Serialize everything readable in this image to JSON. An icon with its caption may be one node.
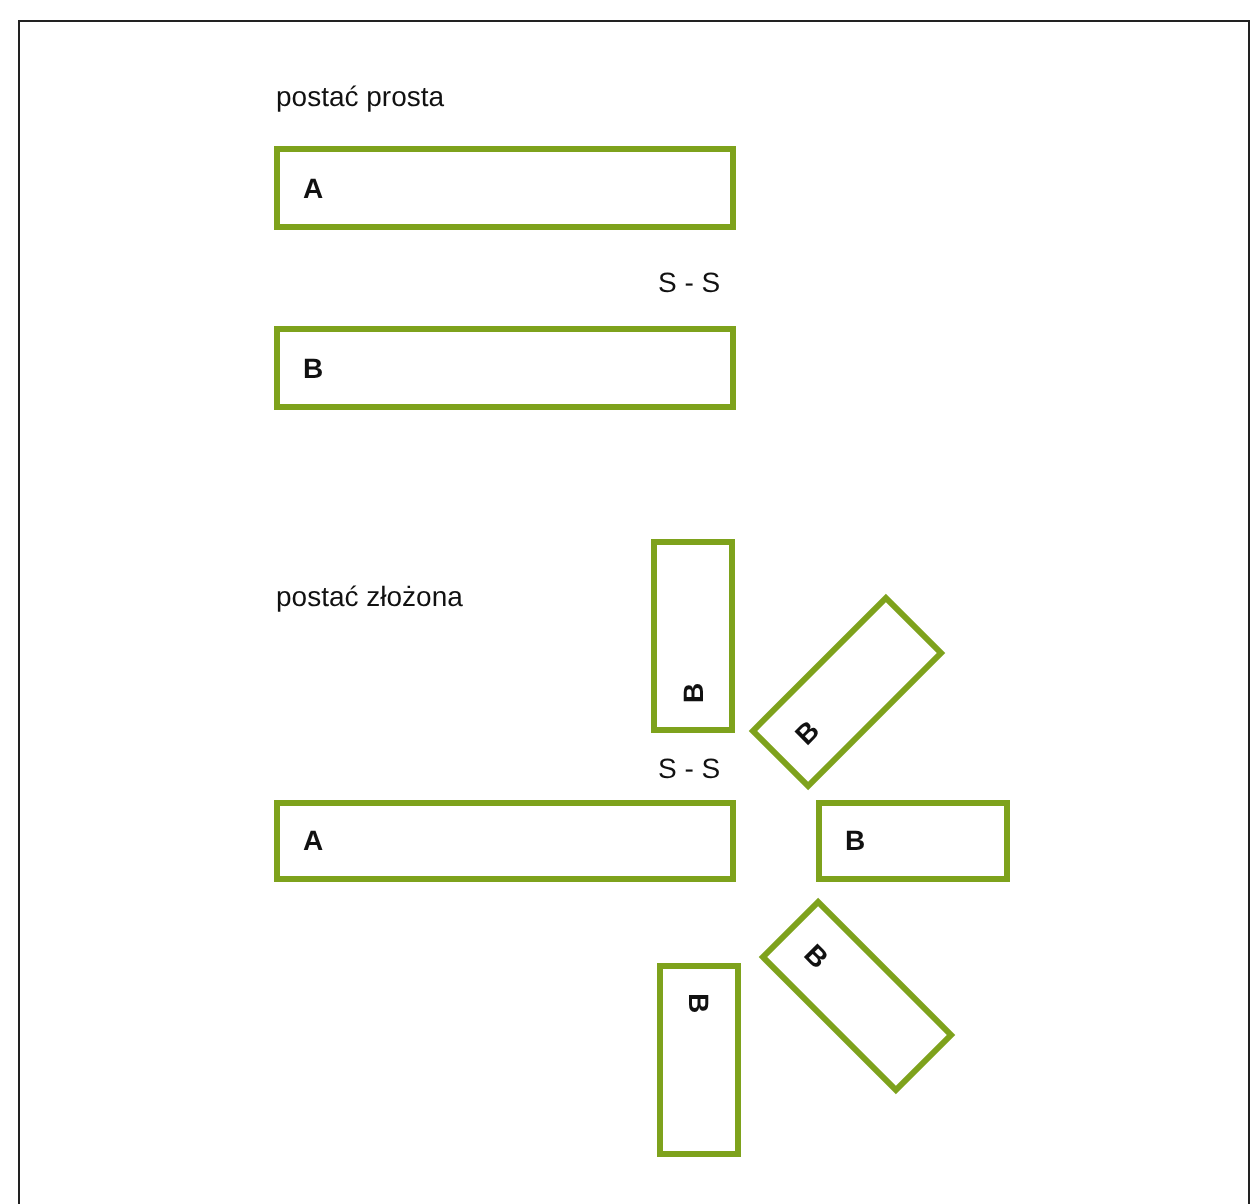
{
  "diagram": {
    "nodes": [
      {
        "text": [
          "A"
        ]
      },
      {
        "text": [
          "B"
        ]
      },
      {
        "text": [
          "A"
        ]
      },
      {
        "text": [
          "B"
        ]
      },
      {
        "text": [
          "B"
        ]
      },
      {
        "text": [
          "B"
        ]
      },
      {
        "text": [
          "B"
        ]
      },
      {
        "text": [
          "B"
        ]
      }
    ],
    "labels": [
      "postać prosta",
      "S - S",
      "postać złożona",
      "S - S"
    ]
  }
}
